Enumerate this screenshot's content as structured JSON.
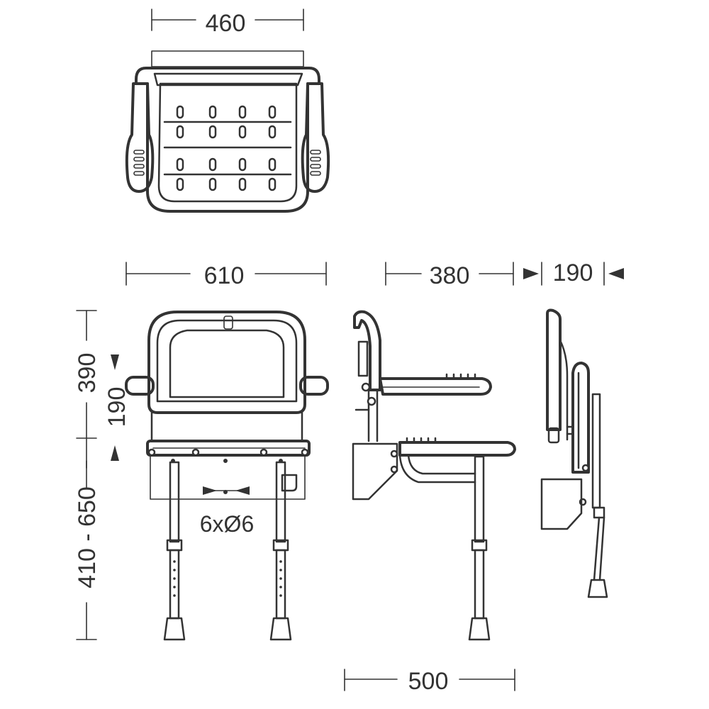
{
  "dimensions": {
    "top_width": "460",
    "front_width": "610",
    "side_depth": "380",
    "folded_depth": "190",
    "backrest_height": "390",
    "armrest_height": "190",
    "seat_height": "410 - 650",
    "holes": "6xØ6",
    "leg_depth": "500"
  }
}
